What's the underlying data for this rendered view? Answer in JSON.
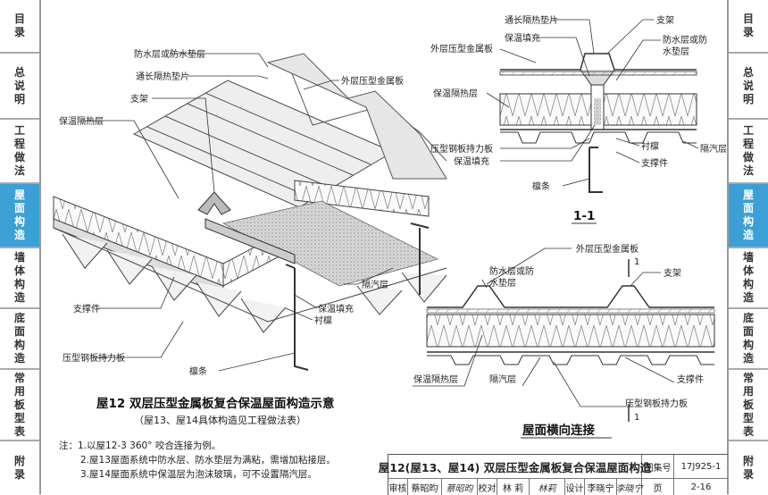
{
  "left_nav": [
    {
      "label": "目录",
      "active": false
    },
    {
      "label": "总说明",
      "active": false
    },
    {
      "label": "工程做法",
      "active": false
    },
    {
      "label": "屋面构造",
      "active": true
    },
    {
      "label": "墙体构造",
      "active": false
    },
    {
      "label": "底面构造",
      "active": false
    },
    {
      "label": "常用板型表",
      "active": false
    },
    {
      "label": "附录",
      "active": false
    }
  ],
  "right_nav": [
    {
      "label": "目录",
      "active": false
    },
    {
      "label": "总说明",
      "active": false
    },
    {
      "label": "工程做法",
      "active": false
    },
    {
      "label": "屋面构造",
      "active": true
    },
    {
      "label": "墙体构造",
      "active": false
    },
    {
      "label": "底面构造",
      "active": false
    },
    {
      "label": "常用板型表",
      "active": false
    },
    {
      "label": "附录",
      "active": false
    }
  ],
  "accent_color": "#3aa0d6",
  "iso": {
    "labels": {
      "waterproof": "防水层或防水垫层",
      "thermal_pad": "通长隔热垫片",
      "outer_panel": "外层压型金属板",
      "bracket": "支架",
      "insulation": "保温隔热层",
      "support": "支撑件",
      "vapor": "隔汽层",
      "fill": "保温填充",
      "purlin_sub": "衬檩",
      "deck": "压型钢板持力板",
      "purlin": "檩条"
    },
    "title": "屋12  双层压型金属板复合保温屋面构造示意",
    "subtitle": "（屋13、屋14具体构造见工程做法表）"
  },
  "section11": {
    "labels": {
      "thermal_pad": "通长隔热垫片",
      "bracket": "支架",
      "fill_top": "保温填充",
      "waterproof": "防水层或防",
      "waterproof2": "水垫层",
      "outer_panel": "外层压型金属板",
      "insulation": "保温隔热层",
      "deck": "压型钢板持力板",
      "fill": "保温填充",
      "purlin_sub": "衬檩",
      "vapor": "隔汽层",
      "support": "支撑件",
      "purlin": "檩条"
    },
    "title": "1-1"
  },
  "transverse": {
    "labels": {
      "outer_panel": "外层压型金属板",
      "mark_top": "1",
      "mark_bottom": "1",
      "waterproof": "防水层或防",
      "waterproof2": "水垫层",
      "bracket": "支架",
      "insulation": "保温隔热层",
      "vapor": "隔汽层",
      "support": "支撑件",
      "deck": "压型钢板持力板"
    },
    "title": "屋面横向连接"
  },
  "notes": [
    "注：1.以屋12-3  360°  咬合连接为例。",
    "2.屋13屋面系统中防水层、防水垫层为满粘，需增加粘接层。",
    "3.屋14屋面系统中保温层为泡沫玻璃，可不设置隔汽层。"
  ],
  "title_block": {
    "drawing_title": "屋12(屋13、屋14) 双层压型金属板复合保温屋面构造",
    "atlas_label": "图集号",
    "atlas_no": "17J925-1",
    "review_label": "审核",
    "reviewer": "蔡昭昀",
    "reviewer_sig": "蔡昭昀",
    "check_label": "校对",
    "checker": "林  莉",
    "checker_sig": "林莉",
    "design_label": "设计",
    "designer": "李晓宁",
    "designer_sig": "李晓宁",
    "page_label": "页",
    "page_no": "2-16"
  }
}
